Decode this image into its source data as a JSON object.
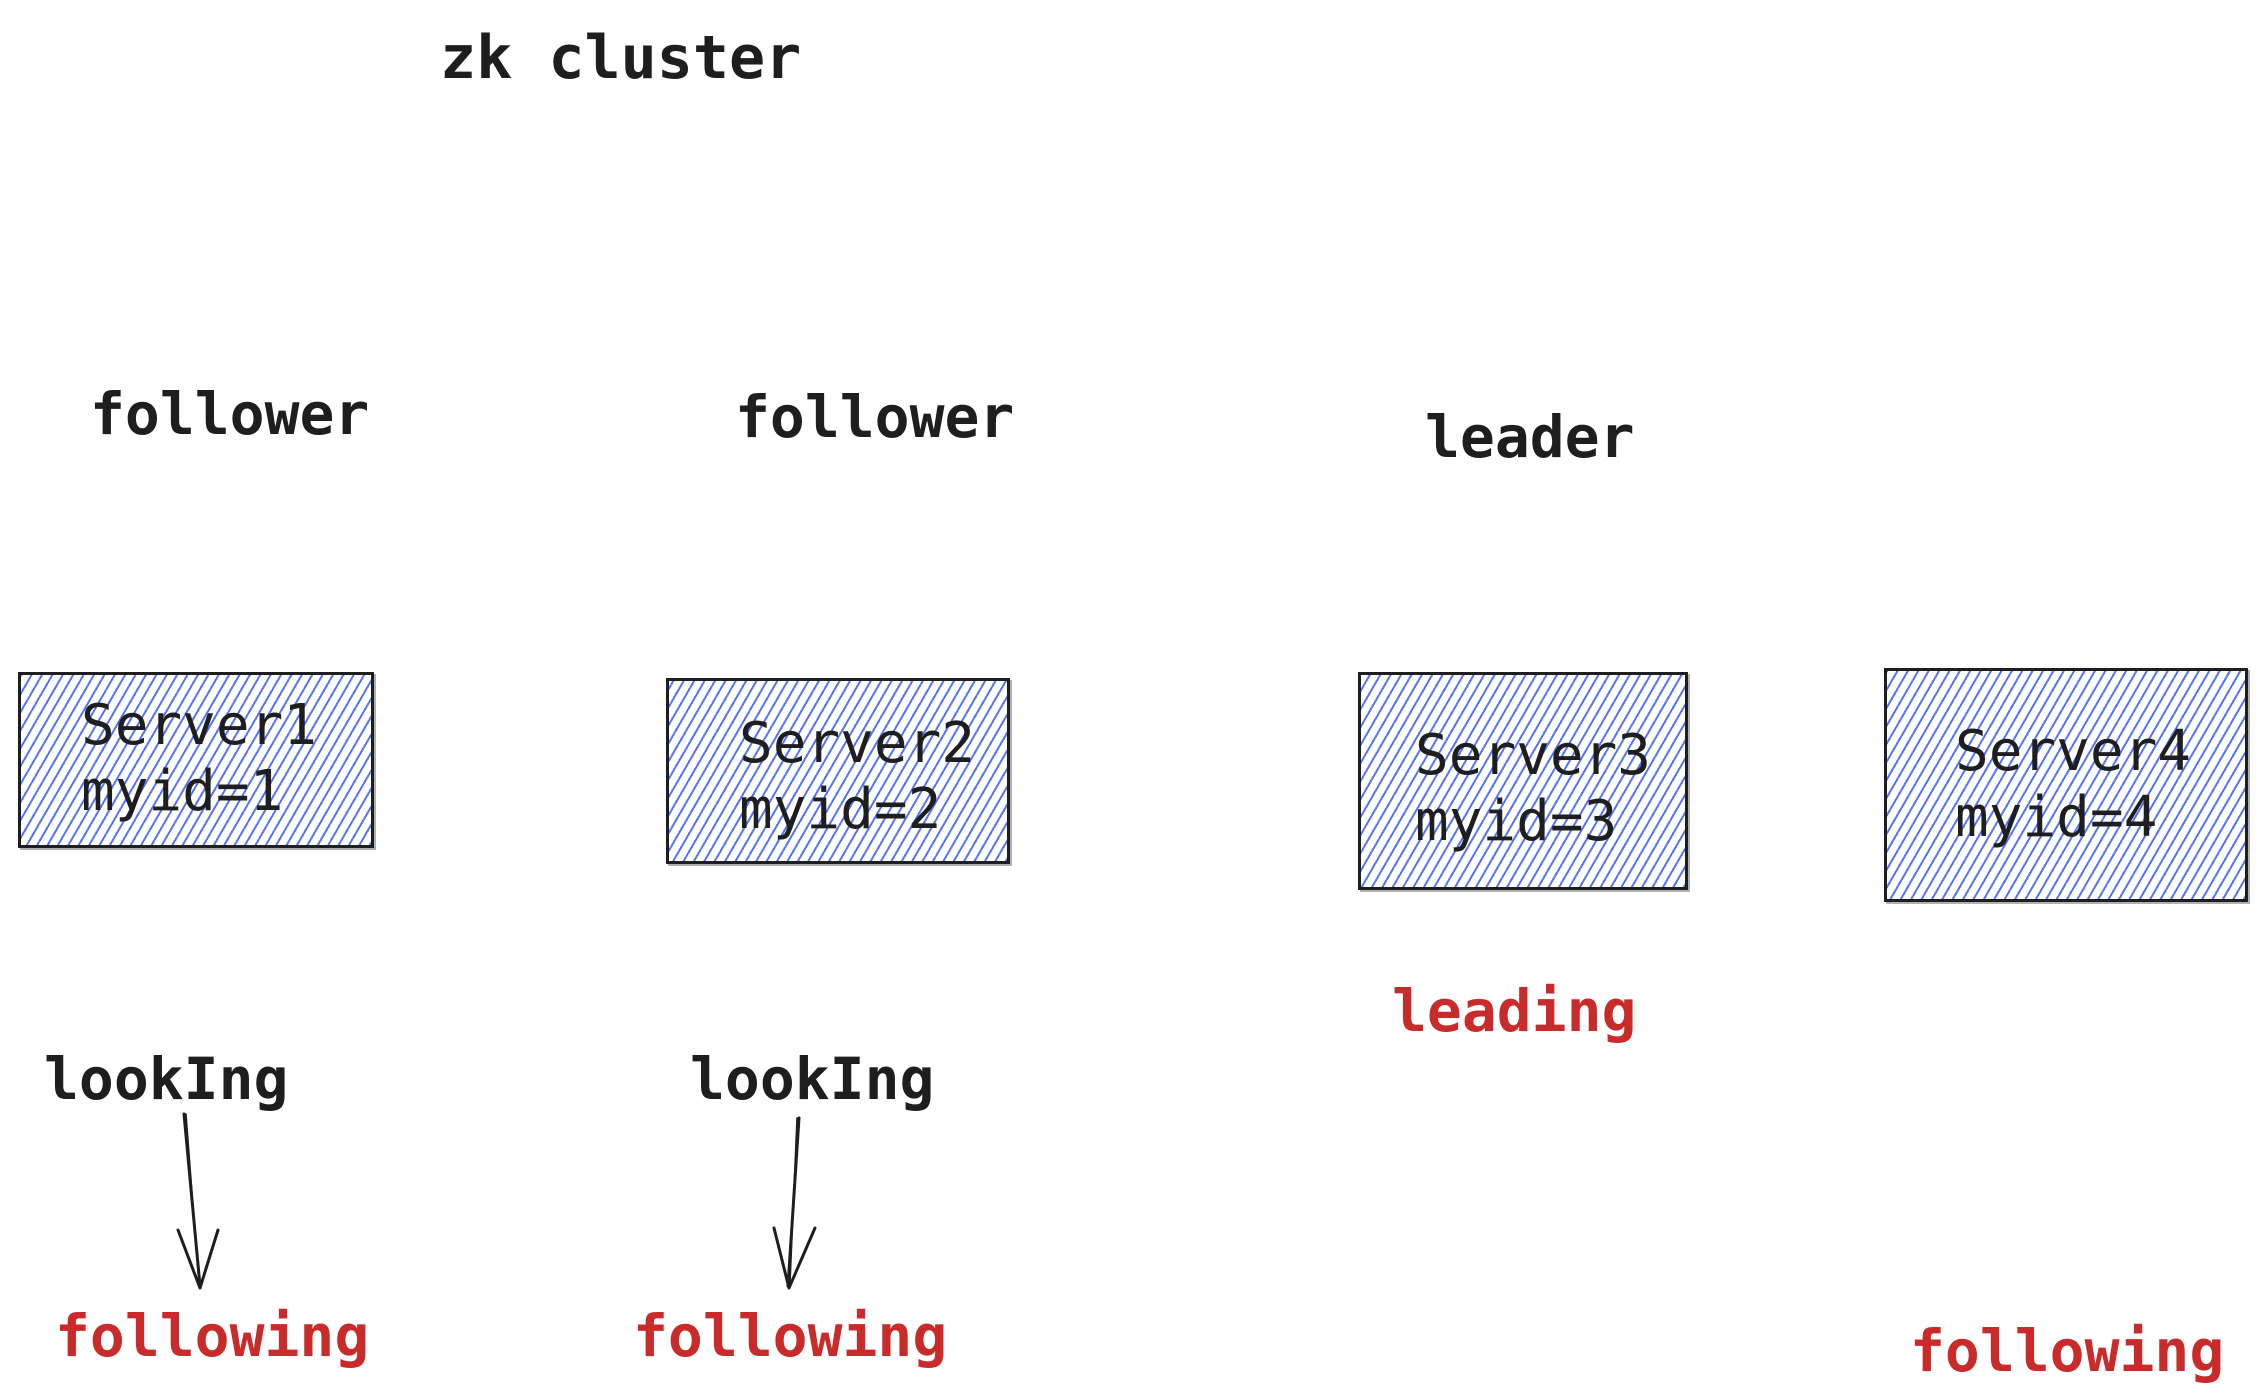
{
  "title": "zk cluster",
  "colors": {
    "text": "#1e1e1e",
    "accent_red": "#c92a2a",
    "hatch_blue": "#4c6ef5"
  },
  "servers": [
    {
      "role": "follower",
      "name": "Server1",
      "myid": "myid=1",
      "state_from": "lookIng",
      "state_to": "following"
    },
    {
      "role": "follower",
      "name": "Server2",
      "myid": "myid=2",
      "state_from": "lookIng",
      "state_to": "following"
    },
    {
      "role": "leader",
      "name": "Server3",
      "myid": "myid=3",
      "state_to": "leading"
    },
    {
      "name": "Server4",
      "myid": "myid=4",
      "state_to": "following"
    }
  ]
}
